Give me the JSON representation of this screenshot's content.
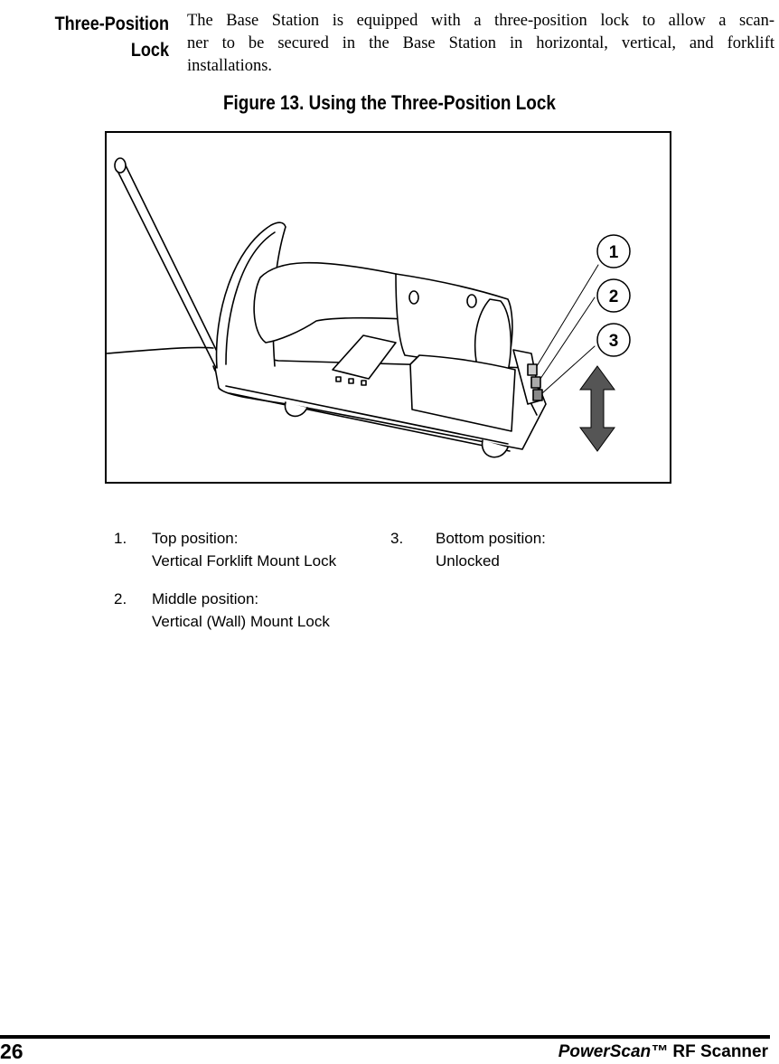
{
  "section": {
    "heading_line1": "Three-Position",
    "heading_line2": "Lock",
    "body_line1": "The Base Station is equipped with a three-position lock to allow a scan-",
    "body_line2": "ner to be secured in the Base Station in horizontal, vertical, and forklift",
    "body_line3": "installations."
  },
  "figure": {
    "title": "Figure 13. Using the Three-Position Lock",
    "callouts": [
      "1",
      "2",
      "3"
    ]
  },
  "legend": [
    {
      "num": "1.",
      "label": "Top position:",
      "desc": "Vertical Forklift Mount Lock"
    },
    {
      "num": "2.",
      "label": "Middle position:",
      "desc": "Vertical (Wall) Mount Lock"
    },
    {
      "num": "3.",
      "label": "Bottom position:",
      "desc": "Unlocked"
    }
  ],
  "footer": {
    "page_number": "26",
    "product_name": "PowerScan™",
    "product_suffix": " RF Scanner"
  }
}
